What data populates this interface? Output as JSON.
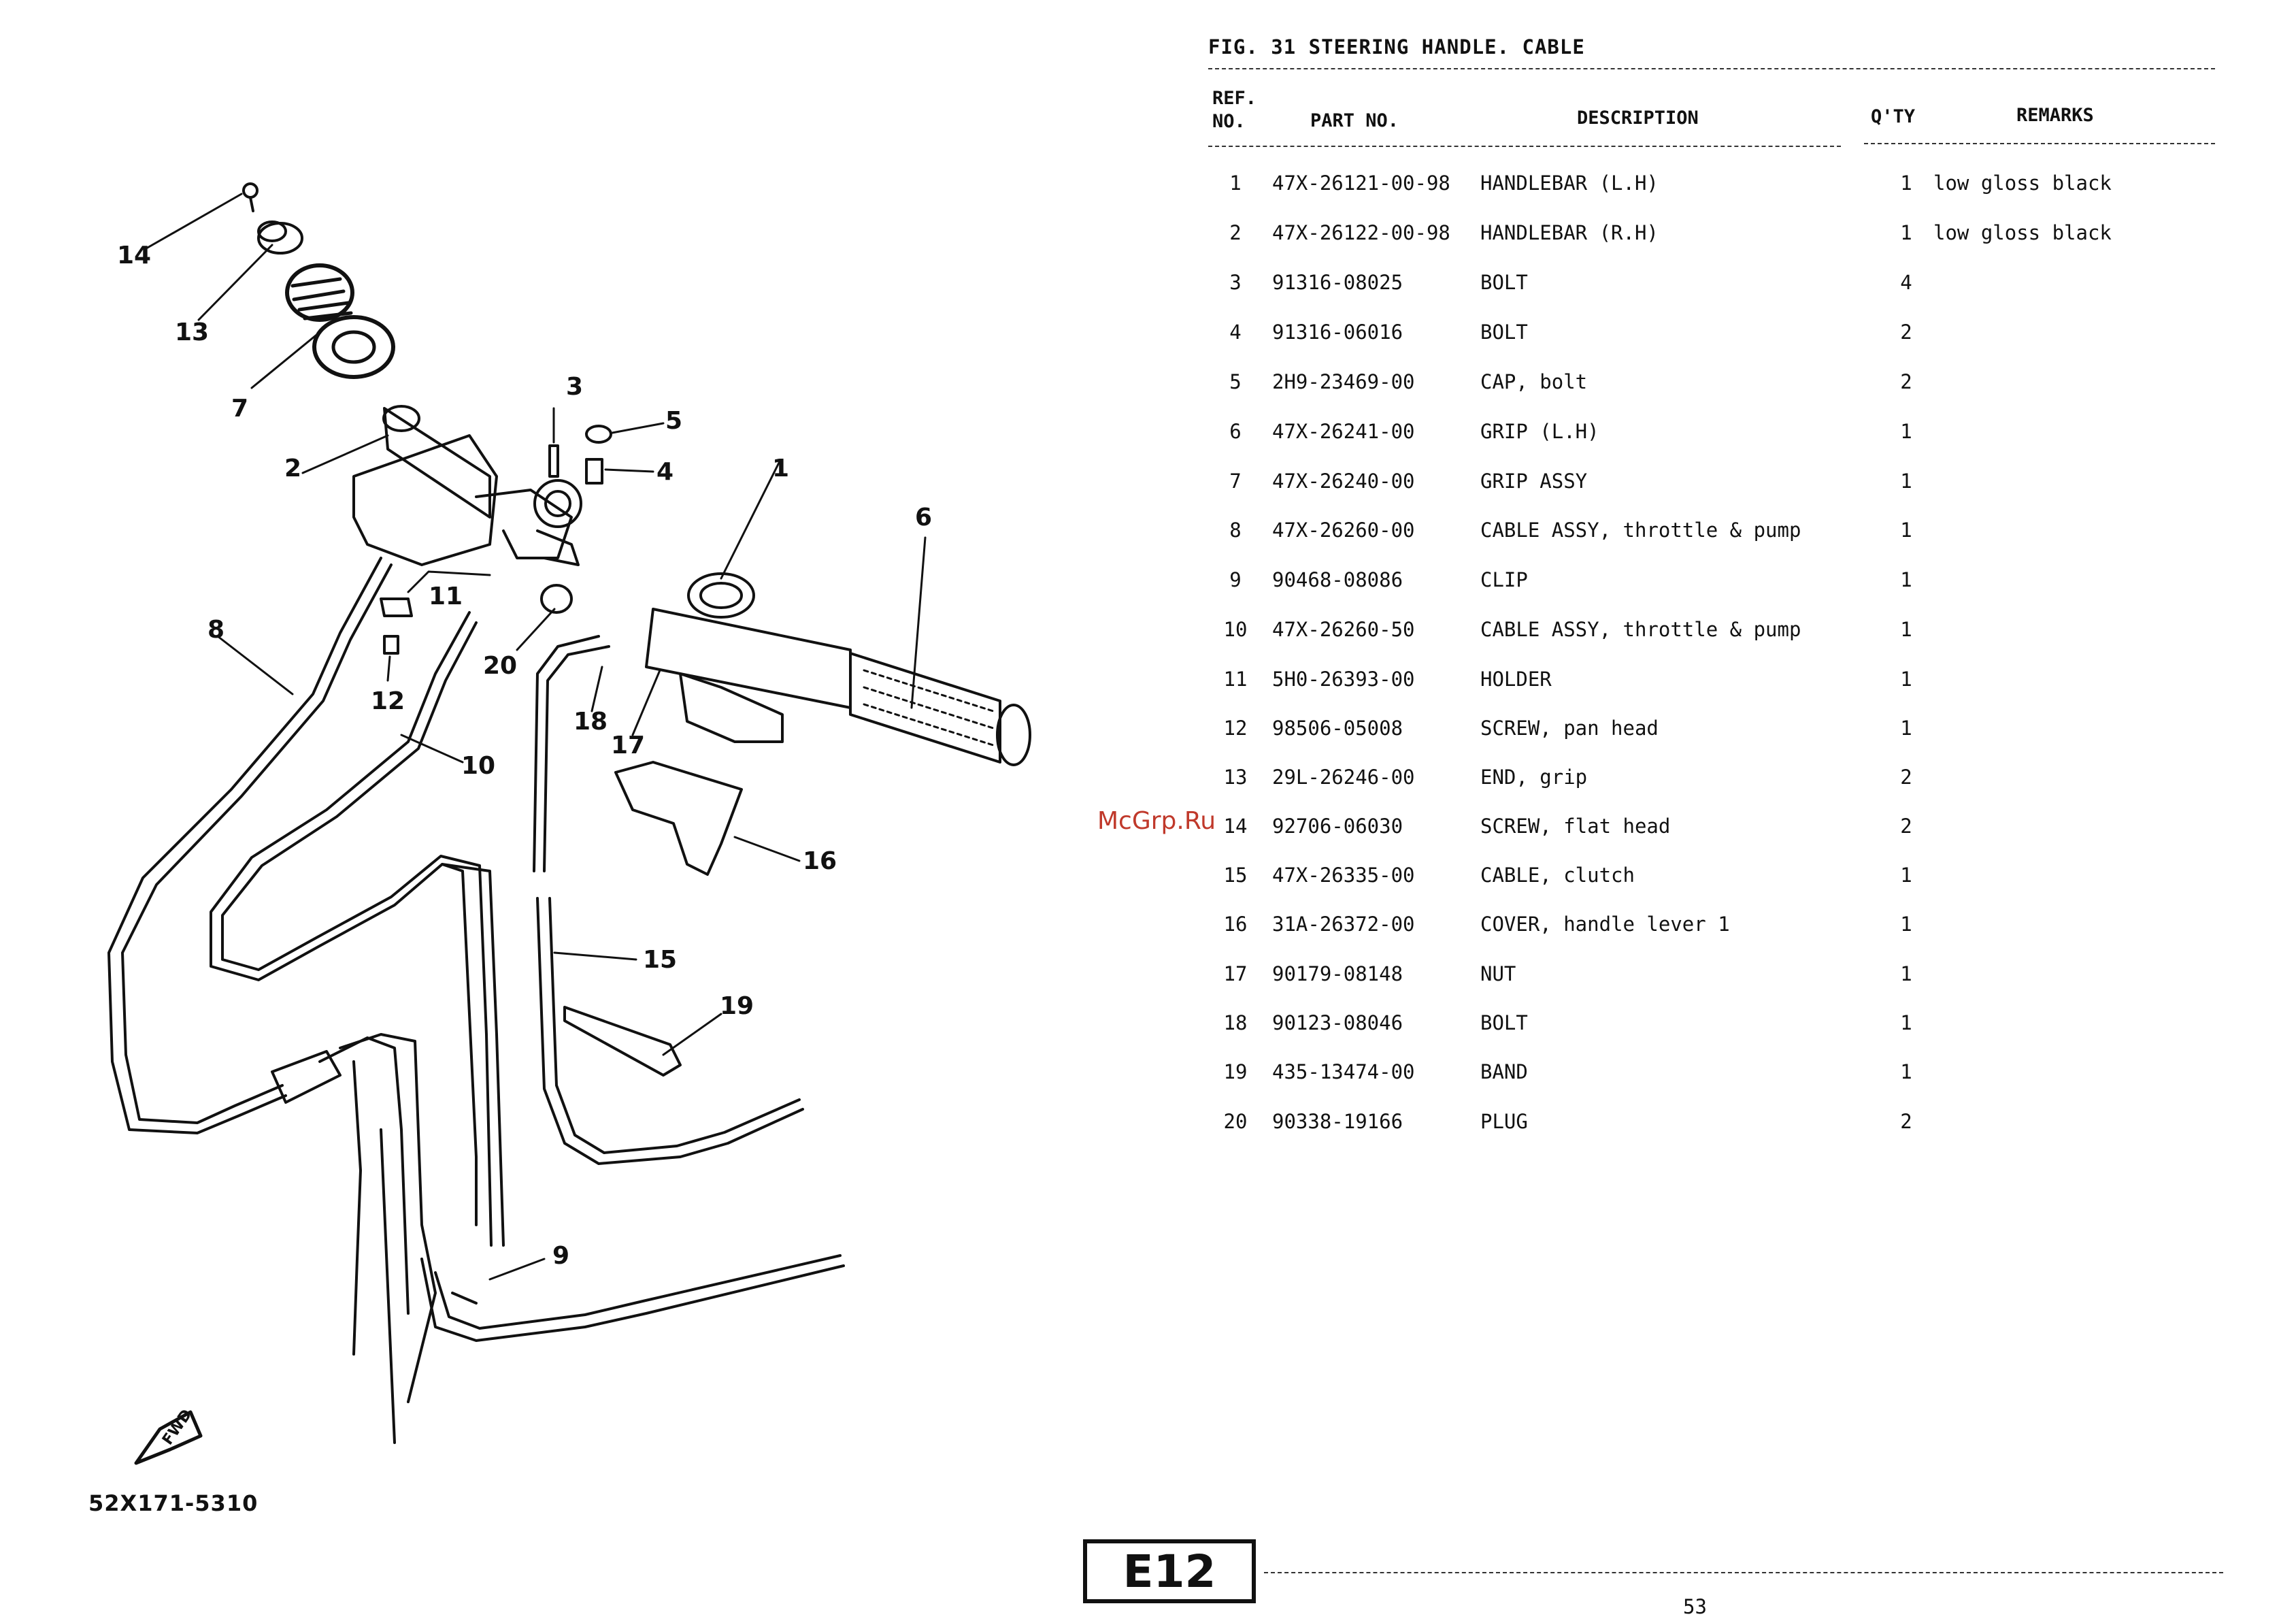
{
  "figure": {
    "title": "FIG. 31  STEERING HANDLE. CABLE"
  },
  "table": {
    "headers": {
      "ref": "REF.\nNO.",
      "part_no": "PART NO.",
      "description": "DESCRIPTION",
      "qty": "Q'TY",
      "remarks": "REMARKS"
    },
    "rows": [
      {
        "ref": "1",
        "part": "47X-26121-00-98",
        "desc": "HANDLEBAR (L.H)",
        "qty": "1",
        "remarks": "low gloss black"
      },
      {
        "ref": "2",
        "part": "47X-26122-00-98",
        "desc": "HANDLEBAR (R.H)",
        "qty": "1",
        "remarks": "low gloss black"
      },
      {
        "ref": "3",
        "part": "91316-08025",
        "desc": "BOLT",
        "qty": "4",
        "remarks": ""
      },
      {
        "ref": "4",
        "part": "91316-06016",
        "desc": "BOLT",
        "qty": "2",
        "remarks": ""
      },
      {
        "ref": "5",
        "part": "2H9-23469-00",
        "desc": "CAP, bolt",
        "qty": "2",
        "remarks": ""
      },
      {
        "ref": "6",
        "part": "47X-26241-00",
        "desc": "GRIP (L.H)",
        "qty": "1",
        "remarks": ""
      },
      {
        "ref": "7",
        "part": "47X-26240-00",
        "desc": "GRIP ASSY",
        "qty": "1",
        "remarks": ""
      },
      {
        "ref": "8",
        "part": "47X-26260-00",
        "desc": "CABLE ASSY, throttle & pump",
        "qty": "1",
        "remarks": ""
      },
      {
        "ref": "9",
        "part": "90468-08086",
        "desc": "CLIP",
        "qty": "1",
        "remarks": ""
      },
      {
        "ref": "10",
        "part": "47X-26260-50",
        "desc": "CABLE ASSY, throttle & pump",
        "qty": "1",
        "remarks": ""
      },
      {
        "ref": "11",
        "part": "5H0-26393-00",
        "desc": "HOLDER",
        "qty": "1",
        "remarks": ""
      },
      {
        "ref": "12",
        "part": "98506-05008",
        "desc": "SCREW, pan head",
        "qty": "1",
        "remarks": ""
      },
      {
        "ref": "13",
        "part": "29L-26246-00",
        "desc": "END, grip",
        "qty": "2",
        "remarks": ""
      },
      {
        "ref": "14",
        "part": "92706-06030",
        "desc": "SCREW, flat head",
        "qty": "2",
        "remarks": ""
      },
      {
        "ref": "15",
        "part": "47X-26335-00",
        "desc": "CABLE, clutch",
        "qty": "1",
        "remarks": ""
      },
      {
        "ref": "16",
        "part": "31A-26372-00",
        "desc": "COVER, handle lever 1",
        "qty": "1",
        "remarks": ""
      },
      {
        "ref": "17",
        "part": "90179-08148",
        "desc": "NUT",
        "qty": "1",
        "remarks": ""
      },
      {
        "ref": "18",
        "part": "90123-08046",
        "desc": "BOLT",
        "qty": "1",
        "remarks": ""
      },
      {
        "ref": "19",
        "part": "435-13474-00",
        "desc": "BAND",
        "qty": "1",
        "remarks": ""
      },
      {
        "ref": "20",
        "part": "90338-19166",
        "desc": "PLUG",
        "qty": "2",
        "remarks": ""
      }
    ]
  },
  "diagram": {
    "callouts": [
      "1",
      "2",
      "3",
      "4",
      "5",
      "6",
      "7",
      "8",
      "9",
      "10",
      "11",
      "12",
      "13",
      "14",
      "15",
      "16",
      "17",
      "18",
      "19",
      "20"
    ],
    "fwd_label": "FWD",
    "code": "52X171-5310"
  },
  "footer": {
    "section": "E12",
    "page": "53"
  },
  "watermark": "McGrp.Ru"
}
